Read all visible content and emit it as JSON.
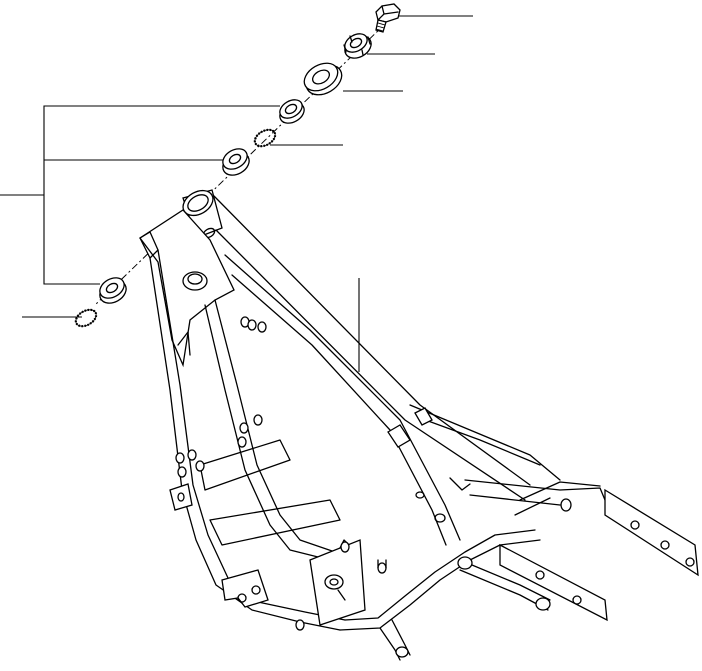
{
  "diagram": {
    "parts": [
      {
        "id": "steering-stem-bolt"
      },
      {
        "id": "steering-stem-nut"
      },
      {
        "id": "upper-washer"
      },
      {
        "id": "upper-bearing-race"
      },
      {
        "id": "upper-dust-seal-ring"
      },
      {
        "id": "upper-bearing"
      },
      {
        "id": "lower-bearing"
      },
      {
        "id": "lower-dust-seal-ring"
      },
      {
        "id": "frame"
      }
    ],
    "callout_labels": []
  }
}
